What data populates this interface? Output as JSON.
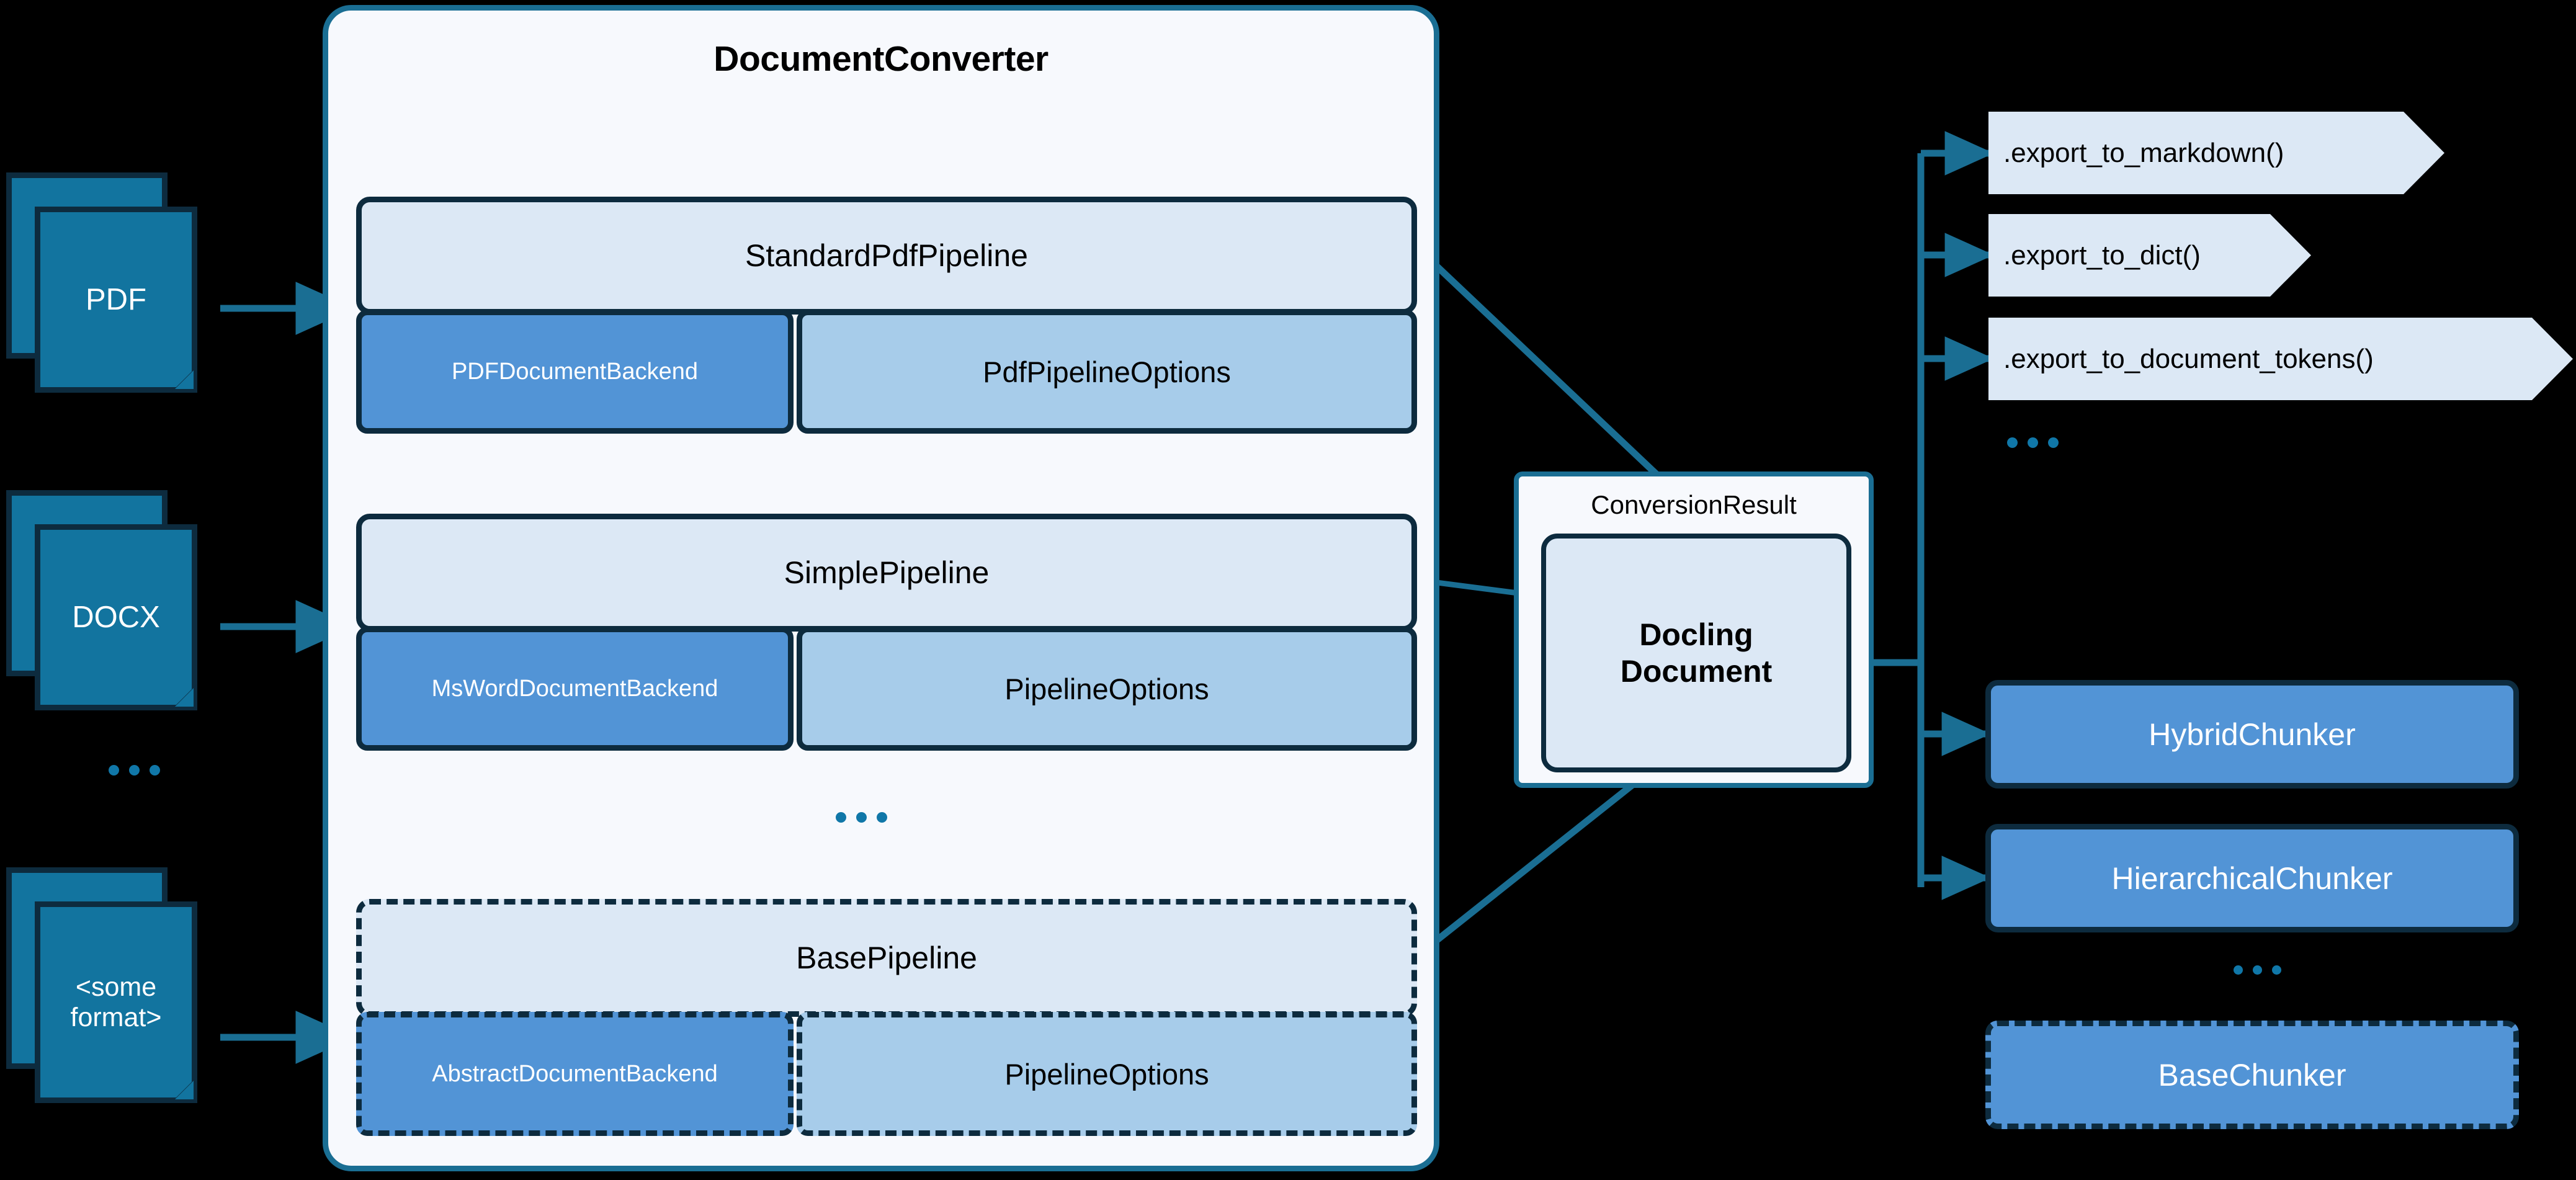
{
  "diagram": {
    "title": "Docling DocumentConverter architecture",
    "colors": {
      "background": "#000000",
      "panel_fill": "#F7F9FD",
      "panel_border": "#1A6E93",
      "pipeline_fill": "#DCE8F5",
      "backend_fill": "#5294D6",
      "options_fill": "#A7CCEA",
      "box_border": "#0D2B3E",
      "doc_fill": "#12749F",
      "accent_teal": "#1077A8",
      "text_dark": "#000000",
      "text_light": "#FFFFFF"
    }
  },
  "inputs": {
    "documents": [
      {
        "label": "PDF"
      },
      {
        "label": "DOCX"
      },
      {
        "label": "<some\nformat>"
      }
    ],
    "ellipsis": "..."
  },
  "converter": {
    "title": "DocumentConverter",
    "ellipsis": "...",
    "pipelines": [
      {
        "name": "StandardPdfPipeline",
        "backend": "PDFDocumentBackend",
        "options": "PdfPipelineOptions",
        "abstract": false
      },
      {
        "name": "SimplePipeline",
        "backend": "MsWordDocumentBackend",
        "options": "PipelineOptions",
        "abstract": false
      },
      {
        "name": "BasePipeline",
        "backend": "AbstractDocumentBackend",
        "options": "PipelineOptions",
        "abstract": true
      }
    ]
  },
  "result": {
    "label": "ConversionResult",
    "document_line1": "Docling",
    "document_line2": "Document"
  },
  "exports": {
    "methods": [
      {
        "label": ".export_to_markdown()"
      },
      {
        "label": ".export_to_dict()"
      },
      {
        "label": ".export_to_document_tokens()"
      }
    ],
    "ellipsis": "..."
  },
  "chunkers": {
    "items": [
      {
        "label": "HybridChunker",
        "abstract": false
      },
      {
        "label": "HierarchicalChunker",
        "abstract": false
      },
      {
        "label": "BaseChunker",
        "abstract": true
      }
    ],
    "ellipsis": "..."
  }
}
